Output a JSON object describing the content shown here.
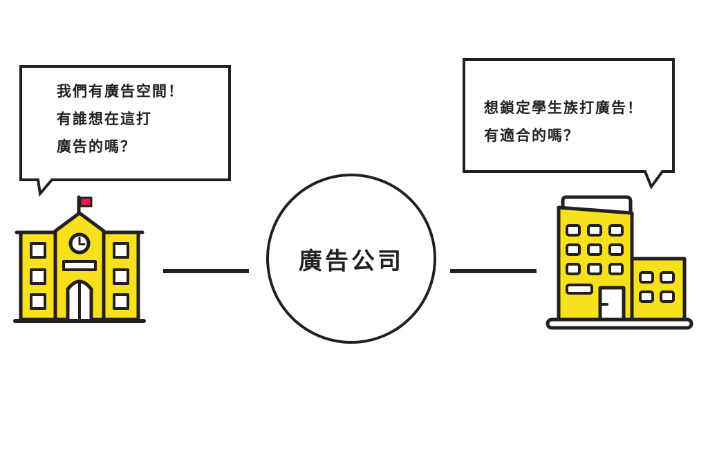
{
  "left_bubble": {
    "lines": [
      "我們有廣告空間！",
      "有誰想在這打",
      "廣告的嗎？"
    ]
  },
  "right_bubble": {
    "lines": [
      "想鎖定學生族打廣告！",
      "有適合的嗎？"
    ]
  },
  "center": {
    "label": "廣告公司"
  },
  "colors": {
    "building_fill": "#f7e01c",
    "stroke": "#231f20",
    "flag": "#e5194a"
  },
  "icons": {
    "left": "school-building-icon",
    "right": "office-building-icon"
  }
}
